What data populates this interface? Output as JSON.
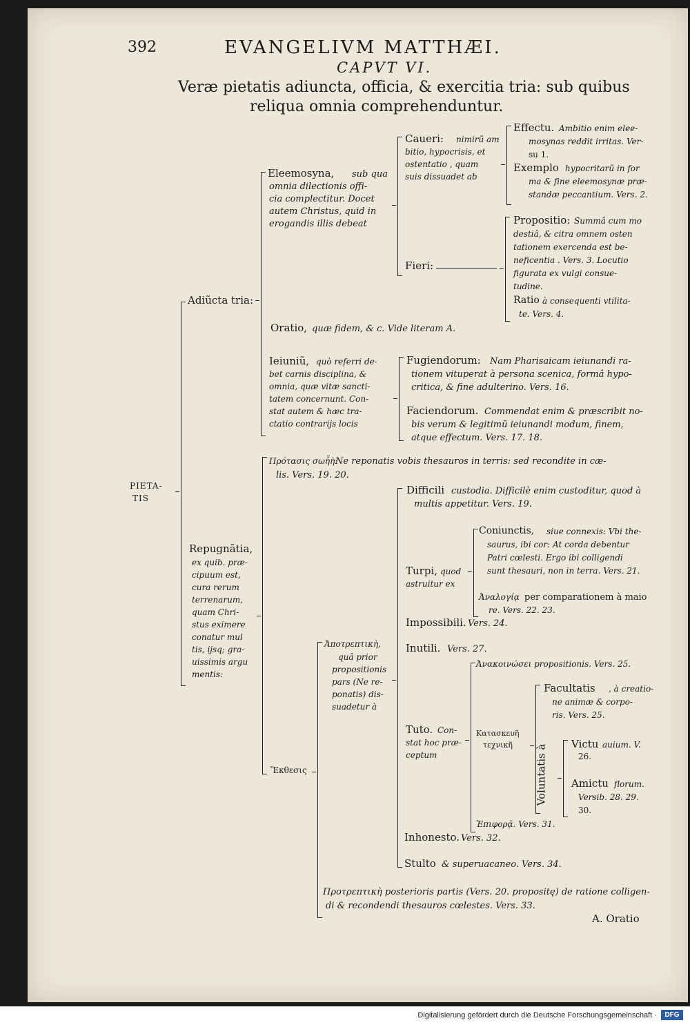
{
  "header": {
    "page_number": "392",
    "running_title": "EVANGELIVM MATTHÆI.",
    "chapter": "CAPVT VI.",
    "title_line1": "Veræ pietatis adiuncta, officia, & exercitia tria: sub quibus",
    "title_line2": "reliqua omnia comprehenduntur."
  },
  "root": {
    "line1": "PIETA-",
    "line2": "TIS"
  },
  "adiuncta": {
    "label": "Adiũcta tria:",
    "eleemosyna": {
      "head": "Eleemosyna,",
      "l1": "sub qua",
      "l2": "omnia dilectionis offi-",
      "l3": "cia complectitur. Docet",
      "l4": "autem Christus, quid in",
      "l5": "erogandis illis debeat",
      "caueri": {
        "head": "Caueri:",
        "l1": "nimirũ am",
        "l2": "bitio, hypocrisis, et",
        "l3": "ostentatio , quam",
        "l4": "suis dissuadet ab",
        "effectu_head": "Effectu.",
        "effectu_l1": "Ambitio enim elee-",
        "effectu_l2": "mosynas reddit irritas. Ver-",
        "effectu_l3": "su 1.",
        "exemplo_head": "Exemplo",
        "exemplo_l1": "hypocritarũ in for",
        "exemplo_l2": "ma & fine eleemosynæ præ-",
        "exemplo_l3": "standæ peccantium. Vers. 2."
      },
      "fieri": {
        "head": "Fieri:",
        "prop_head": "Propositio:",
        "prop_l1": "Summâ cum mo",
        "prop_l2": "destiâ, & citra omnem osten",
        "prop_l3": "tationem exercenda est be-",
        "prop_l4": "neficentia . Vers. 3. Locutio",
        "prop_l5": "figurata ex vulgi consue-",
        "prop_l6": "tudine.",
        "ratio_head": "Ratio",
        "ratio_l1": "à consequenti vtilita-",
        "ratio_l2": "te. Vers. 4."
      }
    },
    "oratio": {
      "head": "Oratio,",
      "rest": "quæ fidem, & c. Vide literam A."
    },
    "ieiunium": {
      "head": "Ieiuniũ,",
      "l1": "quò referri de-",
      "l2": "bet carnis disciplina, &",
      "l3": "omnia, quæ vitæ sancti-",
      "l4": "tatem concernunt. Con-",
      "l5": "stat autem & hæc tra-",
      "l6": "ctatio contrarijs locis",
      "fug_head": "Fugiendorum:",
      "fug_l1": "Nam Pharisaicam ieiunandi ra-",
      "fug_l2": "tionem vituperat à persona scenica, formâ hypo-",
      "fug_l3": "critica, & fine adulterino. Vers. 16.",
      "fac_head": "Faciendorum.",
      "fac_l1": "Commendat enim & præscribit no-",
      "fac_l2": "bis verum & legitimũ ieiunandi modum, finem,",
      "fac_l3": "atque effectum. Vers. 17. 18."
    }
  },
  "repugnantia": {
    "head": "Repugnãtia,",
    "l1": "ex quib. præ-",
    "l2": "cipuum est,",
    "l3": "cura rerum",
    "l4": "terrenarum,",
    "l5": "quam Chri-",
    "l6": "stus eximere",
    "l7": "conatur mul",
    "l8": "tis, ijsq; gra-",
    "l9": "uissimis argu",
    "l10": "mentis:",
    "protasis_head": "Πρότασις σωἦὴ:",
    "protasis_l1": "Ne reponatis vobis thesauros in terris: sed recondite in cæ-",
    "protasis_l2": "lis. Vers. 19. 20.",
    "ekthesis": "Ἔκθεσις",
    "apotreptike": {
      "head": "Ἀποτρεπτικὴ,",
      "l1": "quâ prior",
      "l2": "propositionis",
      "l3": "pars (Ne re-",
      "l4": "ponatis) dis-",
      "l5": "suadetur à"
    },
    "difficili_head": "Difficili",
    "difficili_l1": "custodia. Difficilè enim custoditur, quod à",
    "difficili_l2": "multis appetitur. Vers. 19.",
    "turpi_head": "Turpi,",
    "turpi_l1": "quod",
    "turpi_l2": "astruitur ex",
    "coniunctis_head": "Coniunctis,",
    "coniunctis_l1": "siue connexis: Vbi the-",
    "coniunctis_l2": "saurus, ibi cor: At corda debentur",
    "coniunctis_l3": "Patri cœlesti. Ergo ibi colligendi",
    "coniunctis_l4": "sunt thesauri, non in terra. Vers. 21.",
    "analogia_head": "Ἀναλογίᾳ",
    "analogia_l1": "per comparationem à maio",
    "analogia_l2": "re. Vers. 22. 23.",
    "impossibili_head": "Impossibili.",
    "impossibili_l1": "Vers. 24.",
    "inutili_head": "Inutili.",
    "inutili_l1": "Vers. 27.",
    "anakoinosei": "Ἀνακοινώσει propositionis. Vers. 25.",
    "tuto_head": "Tuto.",
    "tuto_l1": "Con-",
    "tuto_l2": "stat hoc præ-",
    "tuto_l3": "ceptum",
    "kataskeue_l1": "Κατασκευῆ",
    "kataskeue_l2": "τεχνικῆ",
    "voluntatis": "Voluntatis à",
    "facultatis_head": "Facultatis",
    "facultatis_l1": ", à creatio-",
    "facultatis_l2": "ne animæ & corpo-",
    "facultatis_l3": "ris. Vers. 25.",
    "victu_head": "Victu",
    "victu_l1": "auium. V.",
    "victu_l2": "26.",
    "amictu_head": "Amictu",
    "amictu_l1": "florum.",
    "amictu_l2": "Versib. 28. 29.",
    "amictu_l3": "30.",
    "epiphora": "Ἐπιφορᾷ. Vers. 31.",
    "inhonesto_head": "Inhonesto.",
    "inhonesto_l1": "Vers. 32.",
    "stulto_head": "Stulto",
    "stulto_l1": "& superuacaneo. Vers. 34.",
    "protreptike_l1": "Προτρεπτικὴ posterioris partis (Vers. 20. propositę) de ratione colligen-",
    "protreptike_l2": "di & recondendi thesauros cœlestes. Vers. 33."
  },
  "catchword": "A. Oratio",
  "footer": {
    "text": "Digitalisierung gefördert durch die Deutsche Forschungsgemeinschaft ·",
    "logo": "DFG"
  }
}
